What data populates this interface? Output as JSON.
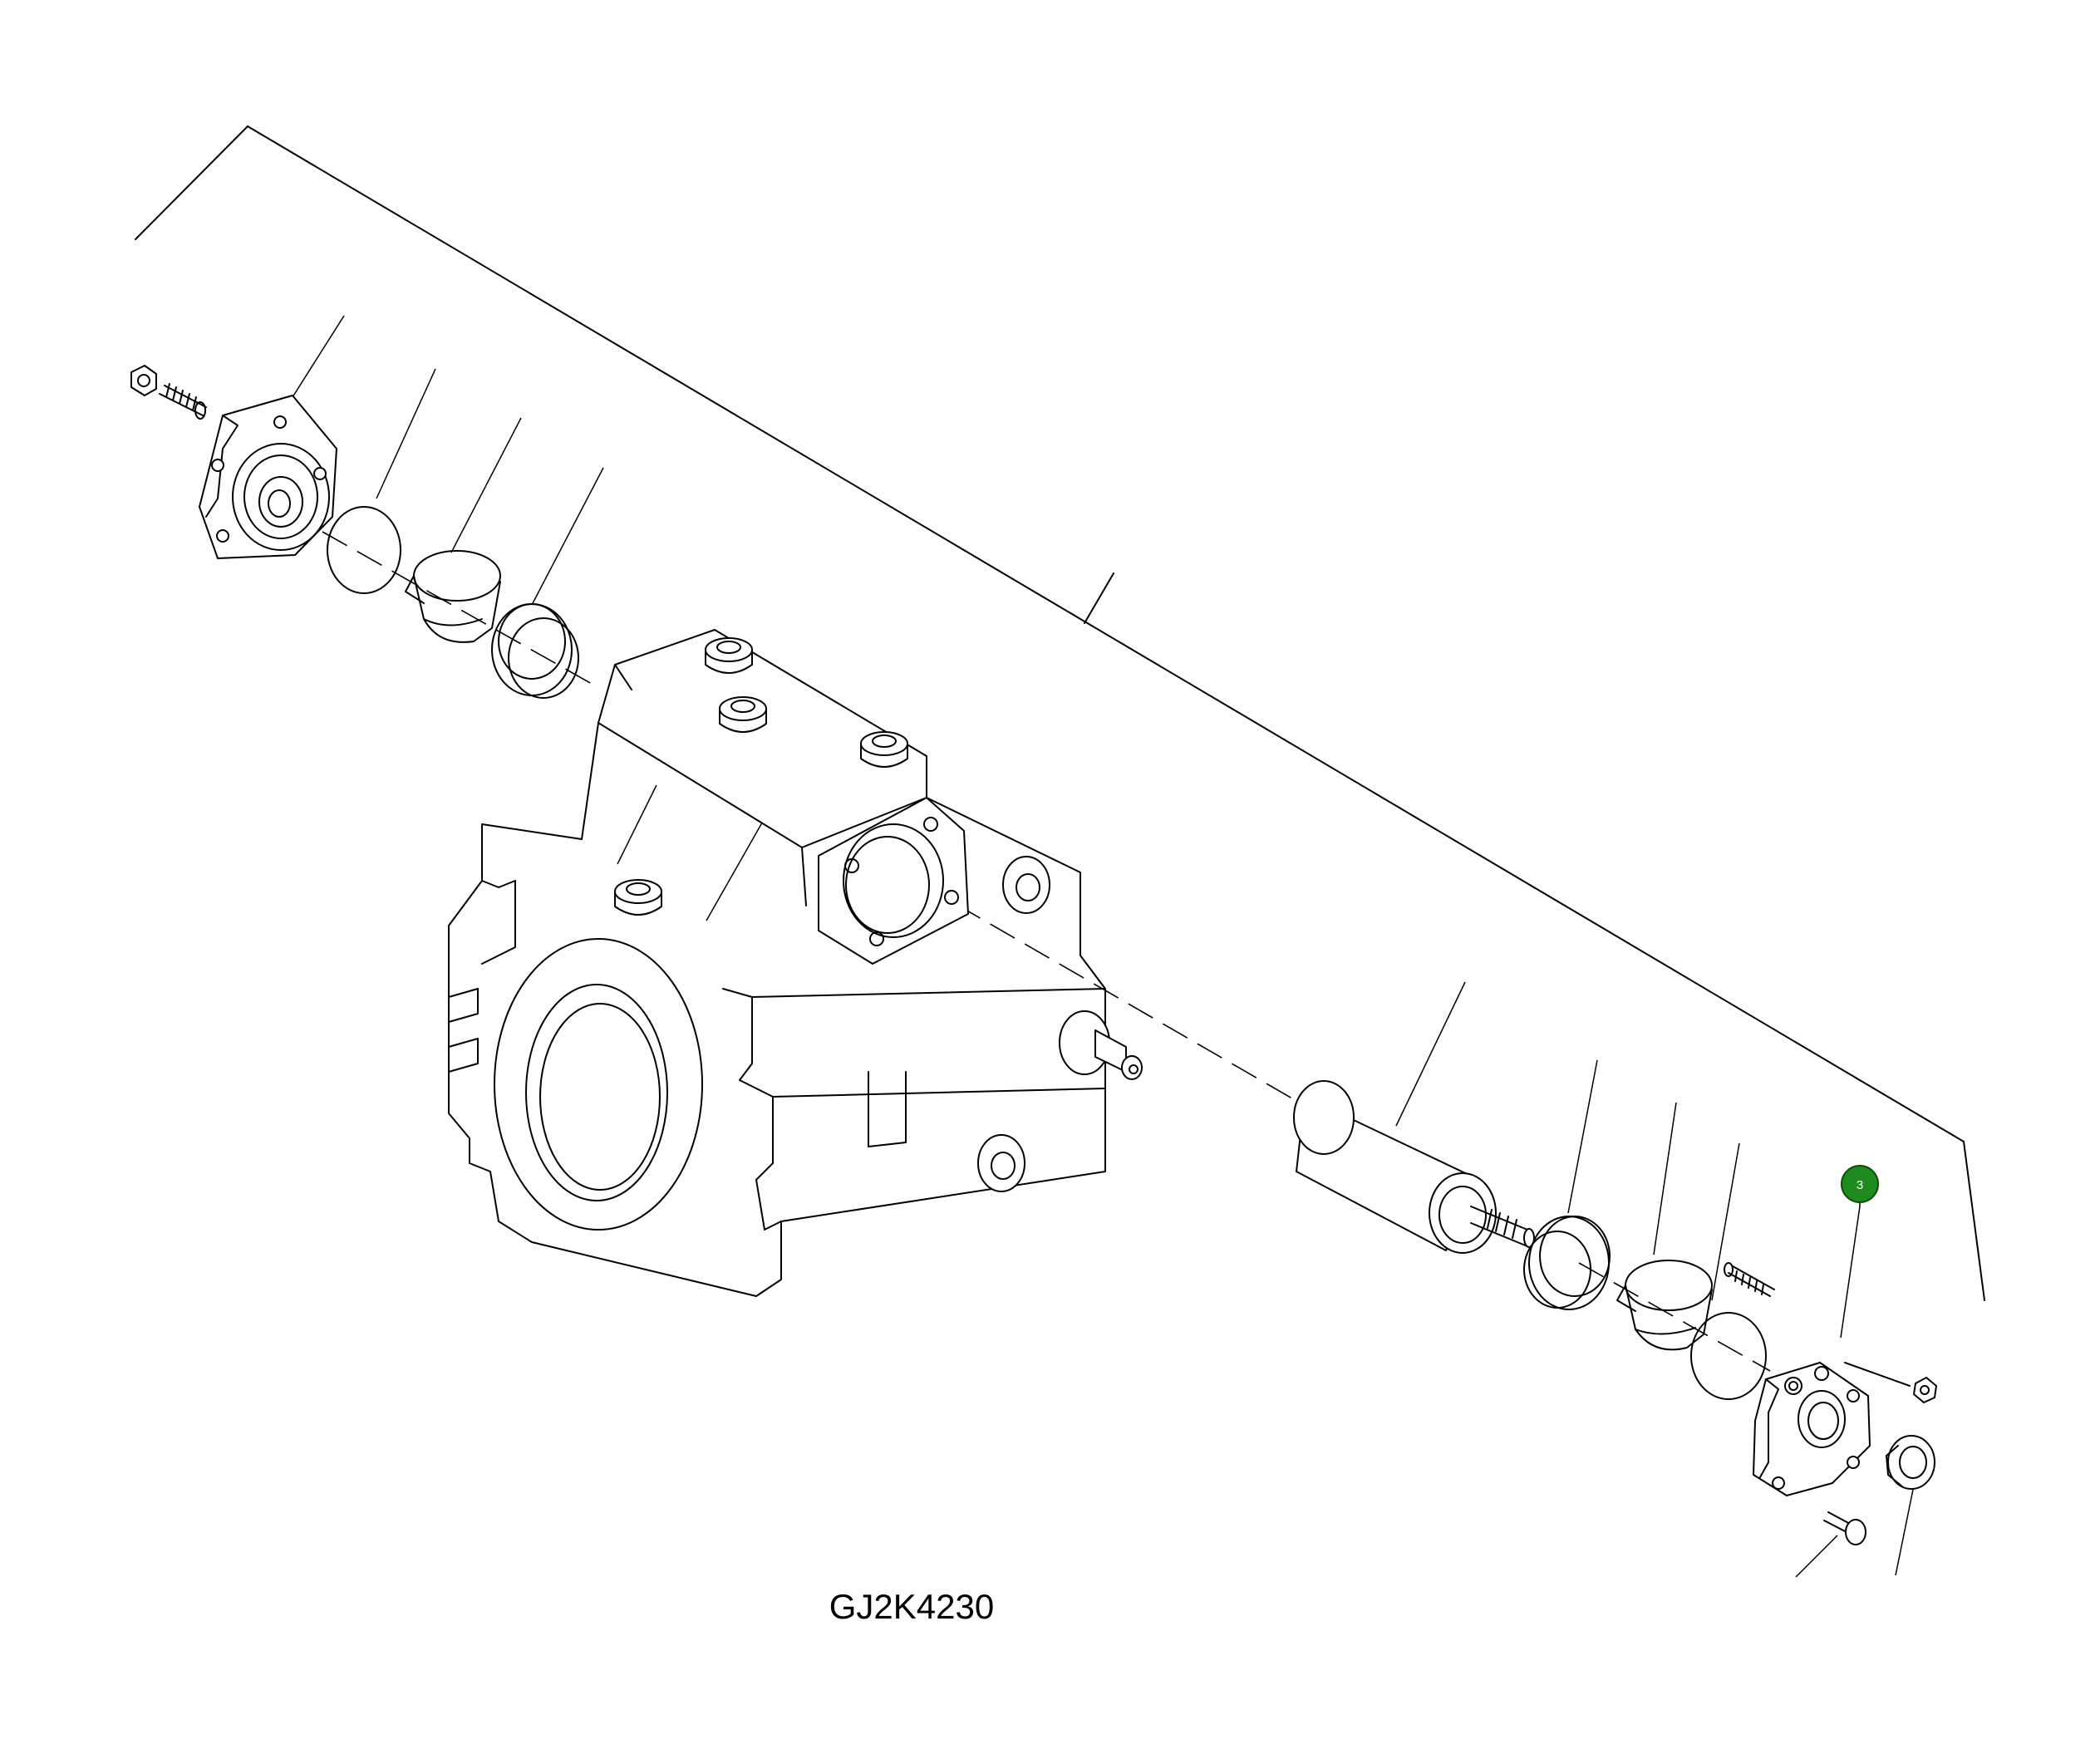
{
  "diagram": {
    "figure_code": "GJ2K4230",
    "callouts": [
      {
        "number": "3",
        "color": "#1f8a1f",
        "target": "end-cover-right"
      }
    ]
  }
}
